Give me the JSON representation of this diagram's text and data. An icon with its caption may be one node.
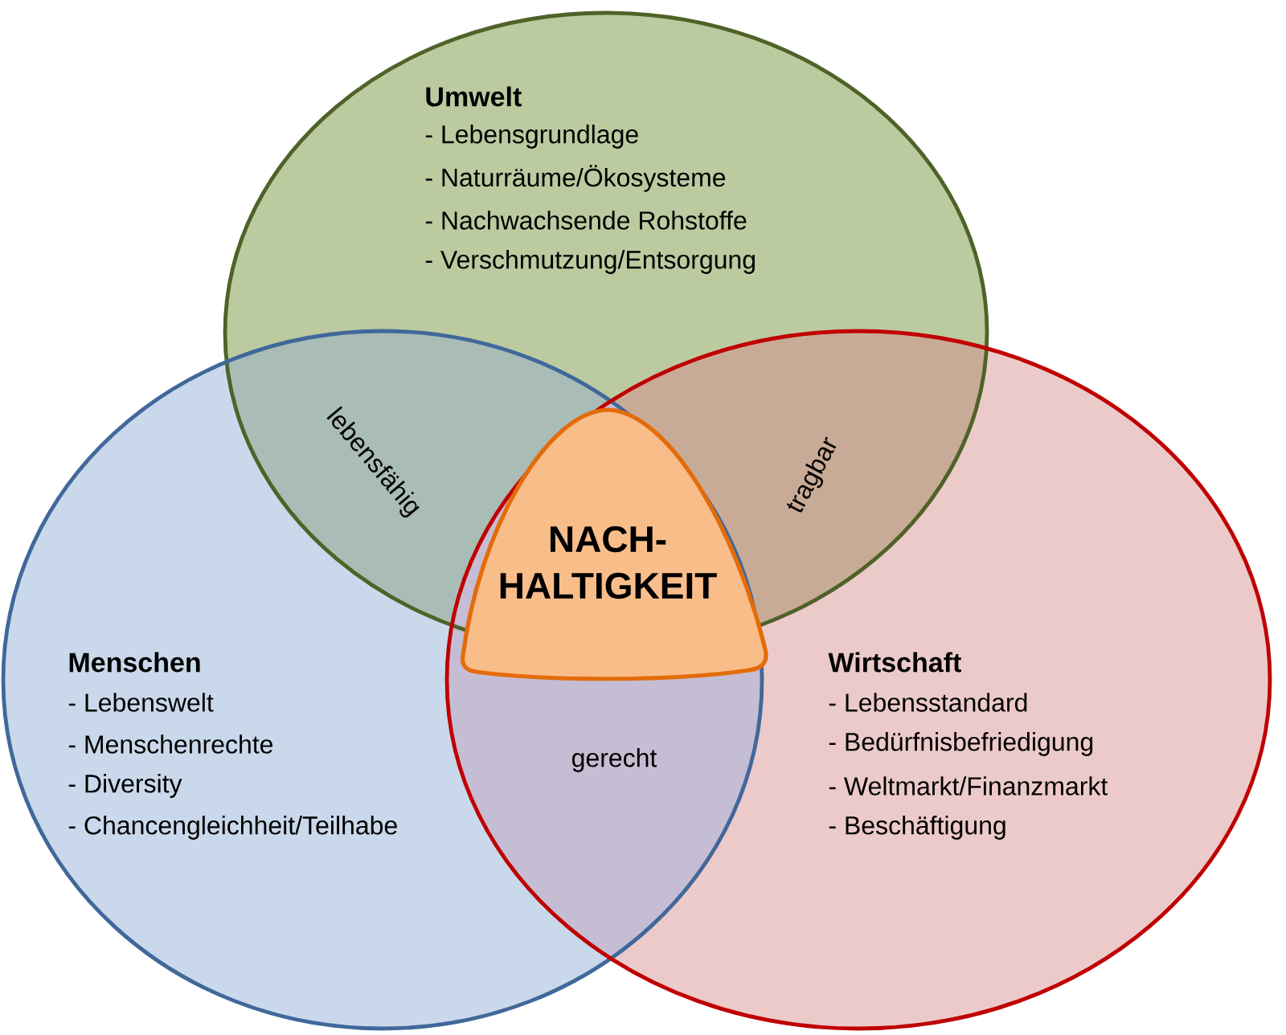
{
  "diagram": {
    "nodes": [
      {
        "text": [
          "Umwelt",
          "- Lebensgrundlage",
          "- Naturräume/Ökosysteme",
          "- Nachwachsende Rohstoffe",
          "- Verschmutzung/Entsorgung"
        ]
      },
      {
        "text": [
          "Menschen",
          "- Lebenswelt",
          "- Menschenrechte",
          "- Diversity",
          "- Chancengleichheit/Teilhabe"
        ]
      },
      {
        "text": [
          "Wirtschaft",
          "- Lebensstandard",
          "- Bedürfnisbefriedigung",
          "- Weltmarkt/Finanzmarkt",
          "- Beschäftigung"
        ]
      },
      {
        "text": [
          "NACH- HALTIGKEIT"
        ]
      }
    ],
    "labels": [
      "lebensfähig",
      "tragbar",
      "gerecht"
    ]
  }
}
